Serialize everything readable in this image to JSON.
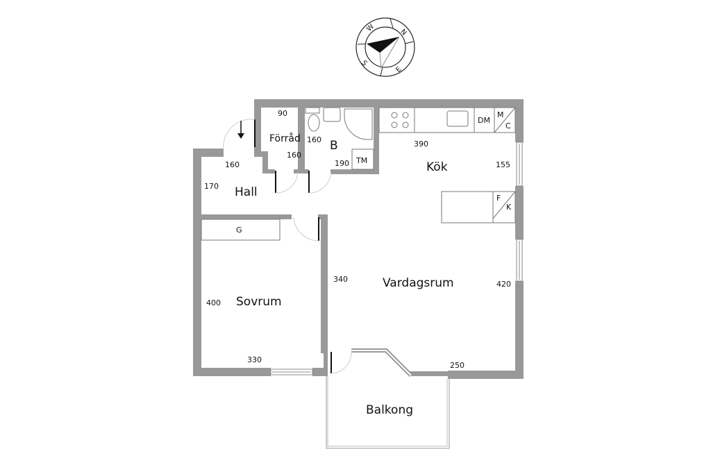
{
  "compass": {
    "n": "N",
    "e": "E",
    "s": "S",
    "w": "W"
  },
  "rooms": {
    "hall": "Hall",
    "forrad": "Förråd",
    "bath": "B",
    "kitchen": "Kök",
    "living": "Vardagsrum",
    "bedroom": "Sovrum",
    "balcony": "Balkong"
  },
  "dimensions": {
    "forrad_w": "90",
    "forrad_h": "160",
    "bath_h": "160",
    "bath_w": "190",
    "hall_w": "160",
    "hall_h": "170",
    "kitchen_w": "390",
    "kitchen_h": "155",
    "living_h_left": "340",
    "living_h_right": "420",
    "living_w": "250",
    "bedroom_h": "400",
    "bedroom_w": "330"
  },
  "fixtures": {
    "tm": "TM",
    "dm": "DM",
    "m": "M",
    "c": "C",
    "f": "F",
    "k": "K",
    "g": "G"
  }
}
